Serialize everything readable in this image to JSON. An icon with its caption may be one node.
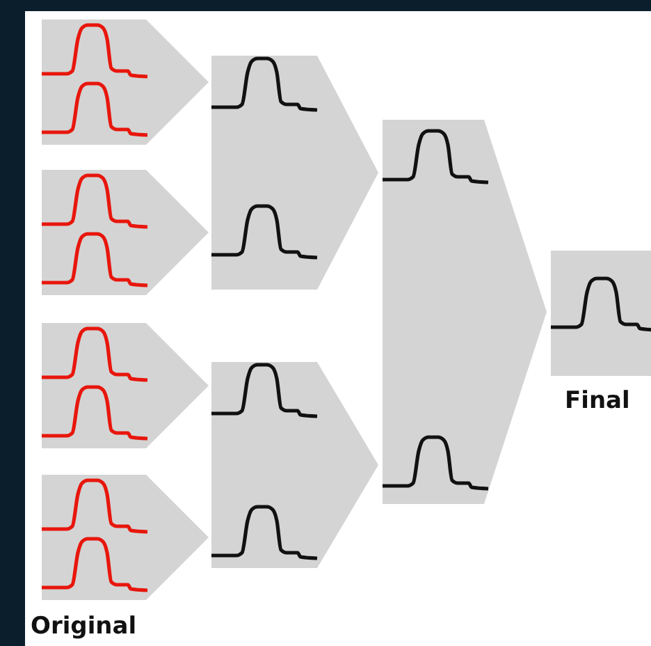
{
  "diagram": {
    "nodes": [
      {
        "text": [],
        "shape": "pentagon"
      },
      {
        "text": [],
        "shape": "picture",
        "in": 0
      },
      {
        "text": [],
        "shape": "picture",
        "in": 0
      },
      {
        "text": [],
        "shape": "pentagon"
      },
      {
        "text": [],
        "shape": "picture",
        "in": 3
      },
      {
        "text": [],
        "shape": "picture",
        "in": 3
      },
      {
        "text": [],
        "shape": "pentagon"
      },
      {
        "text": [],
        "shape": "picture",
        "in": 6
      },
      {
        "text": [],
        "shape": "picture",
        "in": 6
      },
      {
        "text": [],
        "shape": "pentagon"
      },
      {
        "text": [],
        "shape": "picture",
        "in": 9
      },
      {
        "text": [],
        "shape": "picture",
        "in": 9
      },
      {
        "text": [],
        "shape": "pentagon"
      },
      {
        "text": [],
        "shape": "picture",
        "in": 12
      },
      {
        "text": [],
        "shape": "picture",
        "in": 12
      },
      {
        "text": [],
        "shape": "pentagon"
      },
      {
        "text": [],
        "shape": "picture",
        "in": 15
      },
      {
        "text": [],
        "shape": "picture",
        "in": 15
      },
      {
        "text": [],
        "shape": "pentagon"
      },
      {
        "text": [],
        "shape": "picture",
        "in": 18
      },
      {
        "text": [],
        "shape": "picture",
        "in": 18
      },
      {
        "text": [],
        "shape": "box",
        "beside": [
          "Final"
        ]
      },
      {
        "text": [],
        "shape": "picture",
        "in": 21
      }
    ],
    "labels": [
      "Original"
    ]
  }
}
